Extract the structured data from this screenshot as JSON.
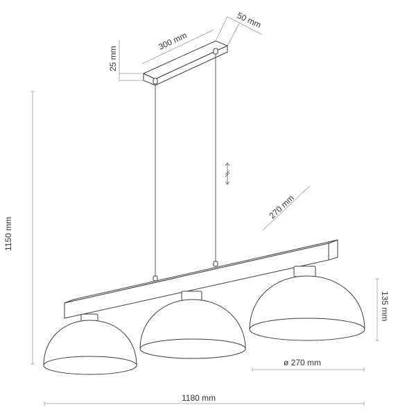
{
  "dimensions": {
    "canopy_length": "300 mm",
    "canopy_width": "50 mm",
    "canopy_height": "25 mm",
    "total_height": "1150 mm",
    "bar_depth": "270 mm",
    "shade_height": "135 mm",
    "shade_diameter": "ø 270 mm",
    "total_length": "1180 mm"
  },
  "icons": {
    "adjustable_cord": "double-arrow-break-icon"
  },
  "colors": {
    "line": "#3a3a3a",
    "dimension_line": "#9a9a9a"
  }
}
